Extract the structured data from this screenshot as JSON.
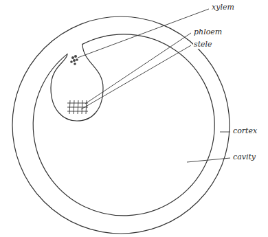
{
  "diagram": {
    "labels": [
      "xylem",
      "phloem",
      "stele",
      "cortex",
      "cavity"
    ]
  }
}
